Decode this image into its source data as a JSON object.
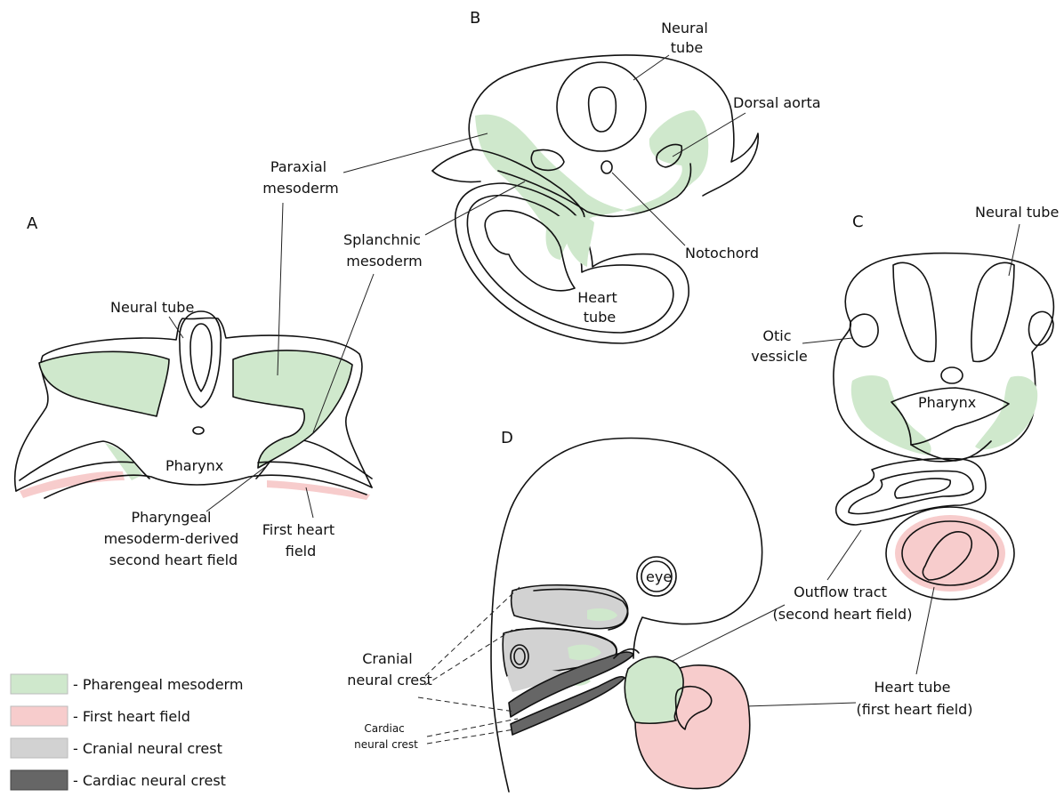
{
  "colors": {
    "pharyngeal_mesoderm": "#cfe8cc",
    "first_heart_field": "#f7cccc",
    "cranial_neural_crest": "#d2d2d2",
    "cardiac_neural_crest": "#666666",
    "outline": "#111111"
  },
  "panels": {
    "a": "A",
    "b": "B",
    "c": "C",
    "d": "D"
  },
  "panel_a": {
    "neural_tube": "Neural tube",
    "pharynx": "Pharynx",
    "shf": [
      "Pharyngeal",
      "mesoderm-derived",
      "second heart field"
    ],
    "fhf": [
      "First heart",
      "field"
    ]
  },
  "panel_b": {
    "neural_tube": [
      "Neural",
      "tube"
    ],
    "dorsal_aorta": "Dorsal aorta",
    "paraxial": [
      "Paraxial",
      "mesoderm"
    ],
    "splanchnic": [
      "Splanchnic",
      "mesoderm"
    ],
    "notochord": "Notochord",
    "heart_tube": [
      "Heart",
      "tube"
    ]
  },
  "panel_c": {
    "neural_tube": "Neural tube",
    "otic": [
      "Otic",
      "vessicle"
    ],
    "pharynx": "Pharynx",
    "outflow": [
      "Outflow tract",
      "(second heart field)"
    ],
    "heart_tube": [
      "Heart tube",
      "(first heart field)"
    ]
  },
  "panel_d": {
    "eye": "eye",
    "cranial_nc": [
      "Cranial",
      "neural crest"
    ],
    "cardiac_nc": [
      "Cardiac",
      "neural crest"
    ]
  },
  "legend": [
    {
      "label": "- Pharengeal mesoderm",
      "color": "#cfe8cc"
    },
    {
      "label": "- First heart field",
      "color": "#f7cccc"
    },
    {
      "label": "- Cranial neural crest",
      "color": "#d2d2d2"
    },
    {
      "label": "- Cardiac neural crest",
      "color": "#666666"
    }
  ]
}
